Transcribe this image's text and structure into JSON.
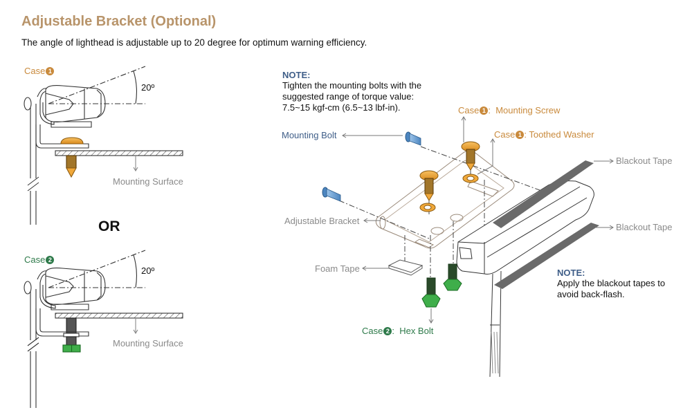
{
  "header": {
    "title": "Adjustable Bracket",
    "title_suffix": "(Optional)",
    "subtitle": "The angle of lighthead is adjustable up to 20 degree for optimum warning efficiency."
  },
  "left_panel": {
    "case1": {
      "label": "Case",
      "badge": "1",
      "angle": "20º",
      "surface_label": "Mounting Surface"
    },
    "or_label": "OR",
    "case2": {
      "label": "Case",
      "badge": "2",
      "angle": "20º",
      "surface_label": "Mounting Surface"
    }
  },
  "right_panel": {
    "note_top": {
      "heading": "NOTE:",
      "text": "Tighten the mounting bolts with the suggested range of torque value: 7.5~15 kgf-cm (6.5~13 lbf-in)."
    },
    "callouts": {
      "mounting_bolt": "Mounting Bolt",
      "mounting_screw": {
        "case": "Case",
        "badge": "1",
        "text": ":  Mounting Screw"
      },
      "toothed_washer": {
        "case": "Case",
        "badge": "1",
        "text": ": Toothed Washer"
      },
      "blackout_tape_1": "Blackout Tape",
      "blackout_tape_2": "Blackout Tape",
      "adjustable_bracket": "Adjustable Bracket",
      "foam_tape": "Foam Tape",
      "hex_bolt": {
        "case": "Case",
        "badge": "2",
        "text": ":  Hex Bolt"
      }
    },
    "note_bottom": {
      "heading": "NOTE:",
      "text": "Apply the blackout tapes to avoid back-flash."
    }
  },
  "colors": {
    "title": "#b8946a",
    "case1": "#c98a3c",
    "case2": "#2e7a4a",
    "note": "#3f5e88",
    "bolt_blue": "#6fa5d8",
    "screw_orange": "#f0a83a",
    "hex_green": "#3fae4a",
    "tape_gray": "#6a6a6a"
  }
}
